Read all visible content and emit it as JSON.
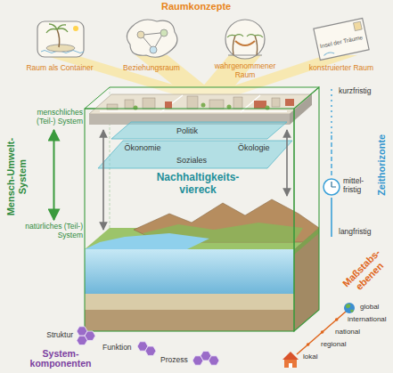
{
  "diagram": {
    "title": "Raumkonzepte",
    "nodes": [
      {
        "text": [
          "Raum als Container"
        ]
      },
      {
        "text": [
          "Beziehungsraum"
        ]
      },
      {
        "text": [
          "wahrgenommener Raum"
        ]
      },
      {
        "text": [
          "konstruierter Raum"
        ]
      },
      {
        "text": [
          "menschliches (Teil-) System"
        ]
      },
      {
        "text": [
          "natürliches (Teil-) System"
        ]
      }
    ],
    "edges": [
      {
        "from": 4,
        "to": 5,
        "arrow": "both"
      }
    ],
    "labels": [
      "Insel der Träume",
      "Mensch-Umwelt- System",
      "Politik",
      "Ökonomie",
      "Ökologie",
      "Soziales",
      "Nachhaltigkeits- viereck",
      "Zeithorizonte",
      "kurzfristig",
      "mittel- fristig",
      "langfristig",
      "Maßstabs- ebenen",
      "global",
      "international",
      "national",
      "regional",
      "lokal",
      "System- komponenten",
      "Struktur",
      "Funktion",
      "Prozess"
    ]
  }
}
